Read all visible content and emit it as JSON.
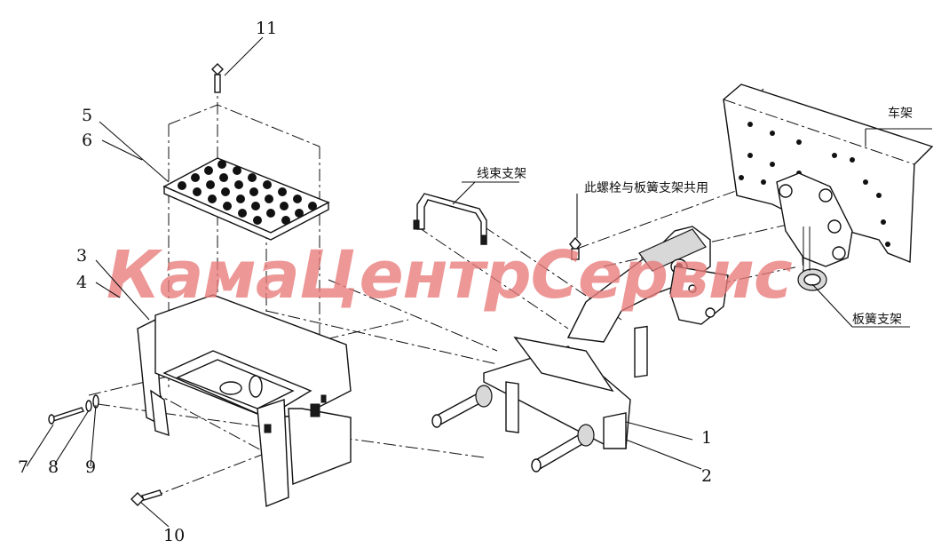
{
  "callouts": {
    "n1": "1",
    "n2": "2",
    "n3": "3",
    "n4": "4",
    "n5": "5",
    "n6": "6",
    "n7": "7",
    "n8": "8",
    "n9": "9",
    "n10": "10",
    "n11": "11"
  },
  "labels": {
    "frame": "车架",
    "harness_bracket": "线束支架",
    "shared_bolt_note": "此螺栓与板簧支架共用",
    "leaf_spring_bracket": "板簧支架"
  },
  "watermark": {
    "text": "КамаЦентрСервис",
    "color": "#e87a7a"
  }
}
